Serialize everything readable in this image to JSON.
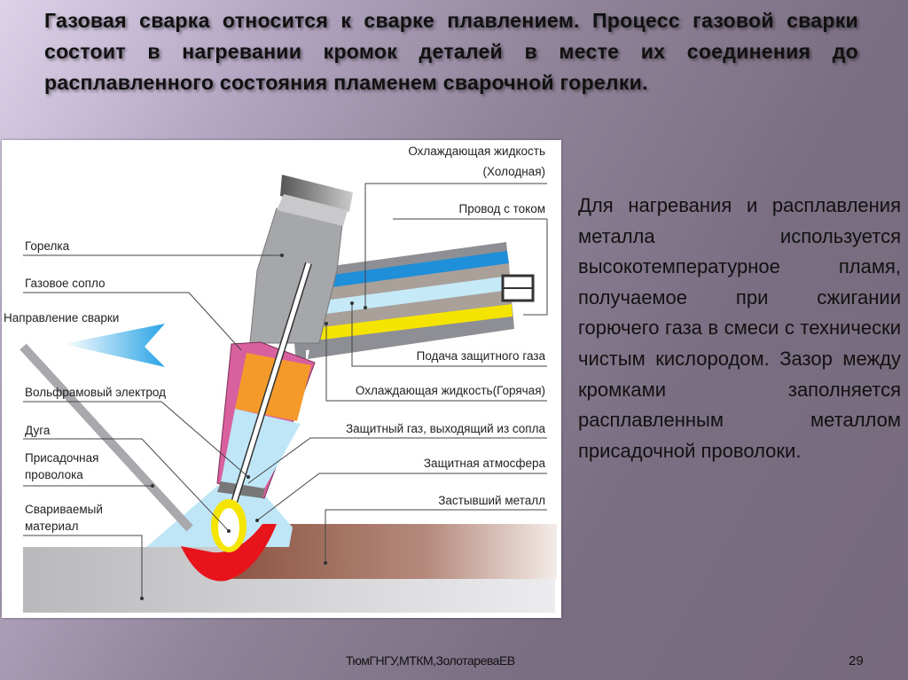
{
  "slide": {
    "title": "Газовая сварка относится к сварке плавлением. Процесс газовой сварки состоит в нагревании кромок деталей в месте их соединения до расплавленного состояния пламенем сварочной горелки.",
    "body": "Для нагревания и расплавления металла используется высокотемпературное пламя, получаемое при сжигании горючего газа в смеси с технически чистым кислородом. Зазор между кромками заполняется расплавленным металлом присадочной проволоки.",
    "footer": "ТюмГНГУ,МТКМ,ЗолотареваЕВ",
    "page_number": "29"
  },
  "diagram": {
    "left_labels": {
      "torch": "Горелка",
      "gas_nozzle": "Газовое сопло",
      "direction": "Направление сварки",
      "electrode": "Вольфрамовый электрод",
      "arc": "Дуга",
      "filler_1": "Присадочная",
      "filler_2": "проволока",
      "base_1": "Свариваемый",
      "base_2": "материал"
    },
    "right_labels": {
      "coolant_cold_1": "Охлаждающая жидкость",
      "coolant_cold_2": "(Холодная)",
      "current_wire": "Провод с током",
      "gas_supply": "Подача защитного газа",
      "coolant_hot": "Охлаждающая жидкость(Горячая)",
      "gas_out": "Защитный газ, выходящий из сопла",
      "atmosphere": "Защитная атмосфера",
      "solid_metal": "Застывший металл"
    },
    "colors": {
      "coolant_cold": "#1e8fd8",
      "coolant_hot": "#f5e400",
      "gas": "#bfe6f7",
      "nozzle": "#d9609e",
      "weld_pool": "#e8141c",
      "metal": "#9a6050"
    }
  }
}
